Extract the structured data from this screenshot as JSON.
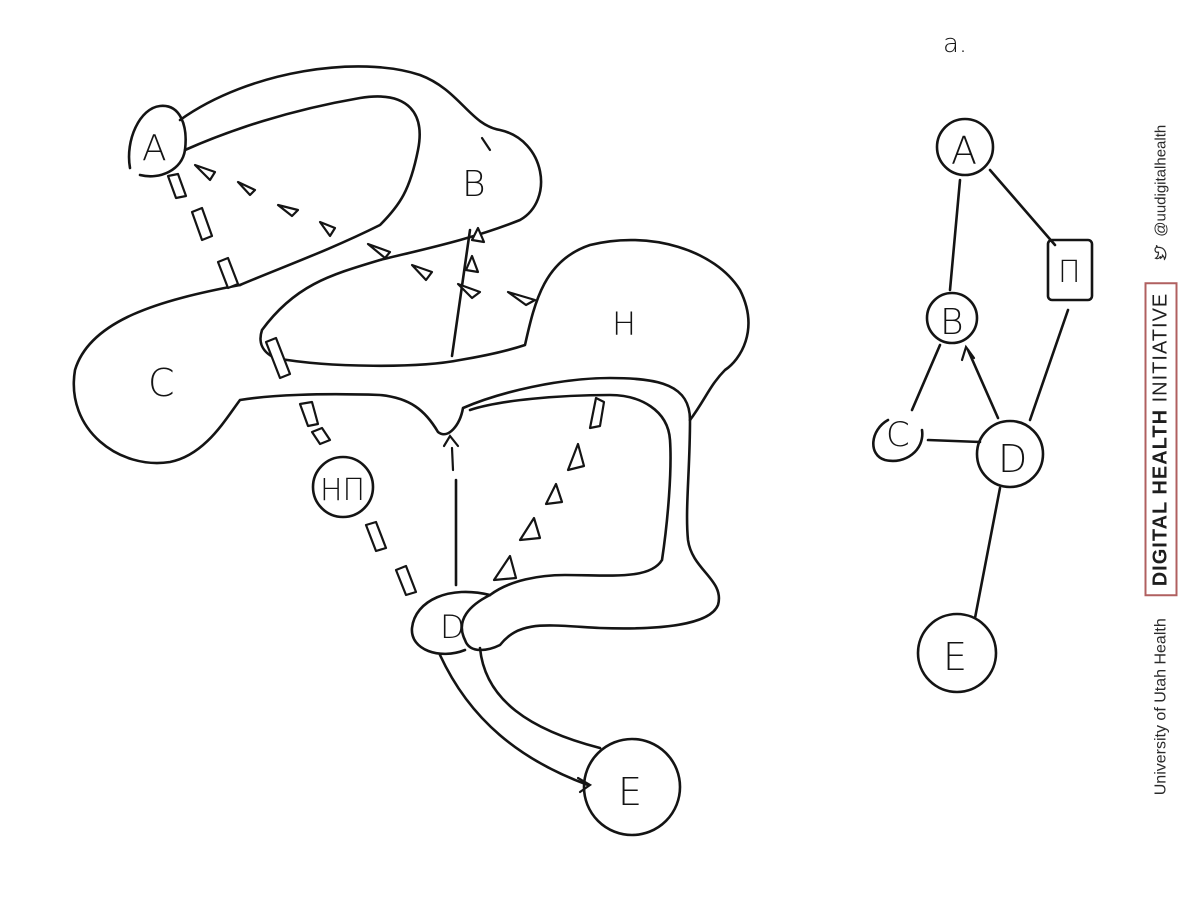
{
  "panel_label": "a.",
  "left_graph": {
    "nodes": {
      "A": "A",
      "B": "B",
      "C": "C",
      "H": "H",
      "HM": "HΠ",
      "D": "D",
      "E": "E"
    }
  },
  "right_graph": {
    "nodes": {
      "A": "A",
      "M": "Π",
      "B": "B",
      "C": "C",
      "D": "D",
      "E": "E"
    }
  },
  "branding": {
    "university": "University of Utah Health",
    "initiative_bold": "DIGITAL HEALTH",
    "initiative_light": "INITIATIVE",
    "handle": "@uudigitalhealth",
    "handle_icon": "bird-icon",
    "frame_color": "#b06060"
  }
}
